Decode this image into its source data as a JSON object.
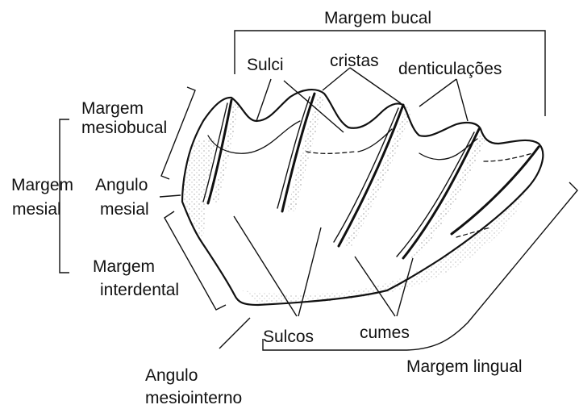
{
  "labels": {
    "margem_bucal": "Margem bucal",
    "sulci": "Sulci",
    "cristas": "cristas",
    "denticulacoes": "denticulações",
    "margem_mesiobucal_1": "Margem",
    "margem_mesiobucal_2": "mesiobucal",
    "margem_mesial_1": "Margem",
    "margem_mesial_2": "mesial",
    "angulo_mesial_1": "Angulo",
    "angulo_mesial_2": "mesial",
    "margem_interdental_1": "Margem",
    "margem_interdental_2": "interdental",
    "sulcos": "Sulcos",
    "cumes": "cumes",
    "margem_lingual": "Margem lingual",
    "angulo_mesiointerno_1": "Angulo",
    "angulo_mesiointerno_2": "mesiointerno"
  },
  "colors": {
    "ink": "#111111",
    "paper": "#ffffff"
  }
}
